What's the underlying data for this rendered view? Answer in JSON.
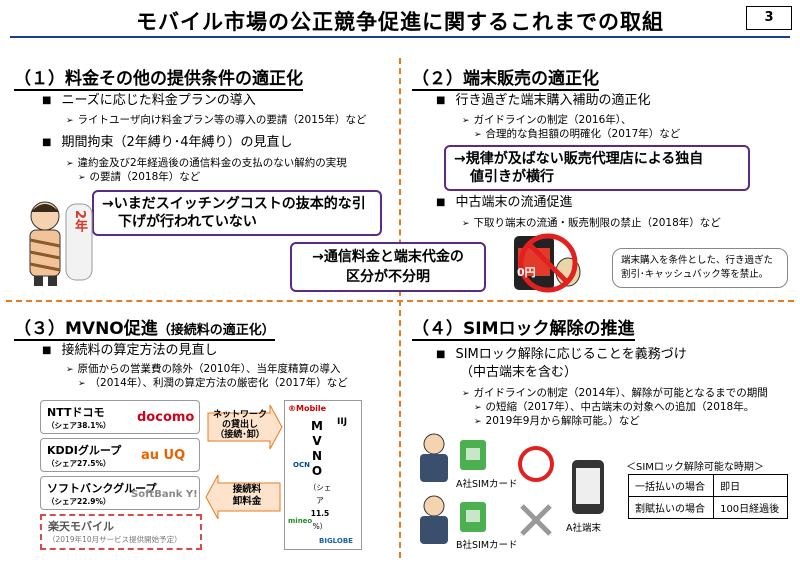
{
  "header": {
    "title": "モバイル市場の公正競争促進に関するこれまでの取組",
    "page_number": "3"
  },
  "sec1": {
    "heading": "（１）料金その他の提供条件の適正化",
    "b1": "ニーズに応じた料金プランの導入",
    "b1_sub": "ライトユーザ向け料金プラン等の導入の要請（2015年）など",
    "b2": "期間拘束（2年縛り･4年縛り）の見直し",
    "b2_sub1": "違約金及び2年経過後の通信料金の支払のない解約の実現",
    "b2_sub2": "の要請（2018年）など",
    "callout_l1": "→いまだスイッチングコストの抜本的な引",
    "callout_l2": "下げが行われていない",
    "figure_tag": "2年"
  },
  "sec2": {
    "heading": "（２）端末販売の適正化",
    "b1": "行き過ぎた端末購入補助の適正化",
    "b1_sub1": "ガイドラインの制定（2016年）、",
    "b1_sub2": "合理的な負担額の明確化（2017年）など",
    "callout_l1": "→規律が及ばない販売代理店による独自",
    "callout_l2": "値引きが横行",
    "b2": "中古端末の流通促進",
    "b2_sub": "下取り端末の流通・販売制限の禁止（2018年）など",
    "phone_text": "0円",
    "bubble_l1": "端末購入を条件とした、行き過ぎた",
    "bubble_l2": "割引･キャッシュバック等を禁止。"
  },
  "center": {
    "l1": "→通信料金と端末代金の",
    "l2": "区分が不分明"
  },
  "sec3": {
    "heading": "（３）MVNO促進",
    "heading_small": "（接続料の適正化）",
    "b1": "接続料の算定方法の見直し",
    "b1_sub1": "原価からの営業費の除外（2010年）、当年度精算の導入",
    "b1_sub2": "（2014年）、利潤の算定方法の厳密化（2017年）など",
    "carriers": [
      {
        "name": "NTTドコモ",
        "share": "（シェア38.1%）",
        "logo": "docomo"
      },
      {
        "name": "KDDIグループ",
        "share": "（シェア27.5%）",
        "logo": "au  UQ"
      },
      {
        "name": "ソフトバンクグループ",
        "share": "（シェア22.9%）",
        "logo": "SoftBank  Y!"
      }
    ],
    "rakuten_name": "楽天モバイル",
    "rakuten_note": "（2019年10月サービス提供開始予定）",
    "arrow1_l1": "ネットワーク",
    "arrow1_l2": "の貸出し",
    "arrow1_l3": "（接続･卸）",
    "arrow2_l1": "接続料",
    "arrow2_l2": "卸料金",
    "mvno_letters": [
      "M",
      "V",
      "N",
      "O"
    ],
    "mvno_share_l1": "（シェア",
    "mvno_share_l2": "11.5",
    "mvno_share_l3": "%）",
    "mvno_logos": [
      "®Mobile",
      "IIJ",
      "OCN",
      "mineo",
      "BIGLOBE"
    ]
  },
  "sec4": {
    "heading": "（４）SIMロック解除の推進",
    "b1_l1": "SIMロック解除に応じることを義務づけ",
    "b1_l2": "（中古端末を含む）",
    "b1_sub1": "ガイドラインの制定（2014年）、解除が可能となるまでの期間",
    "b1_sub2": "の短縮（2017年）、中古端末の対象への追加（2018年。",
    "b1_sub3": "2019年9月から解除可能。）など",
    "card_a": "A社SIMカード",
    "card_b": "B社SIMカード",
    "terminal": "A社端末",
    "table_title": "＜SIMロック解除可能な時期＞",
    "table_rows": [
      [
        "一括払いの場合",
        "即日"
      ],
      [
        "割賦払いの場合",
        "100日経過後"
      ]
    ]
  }
}
